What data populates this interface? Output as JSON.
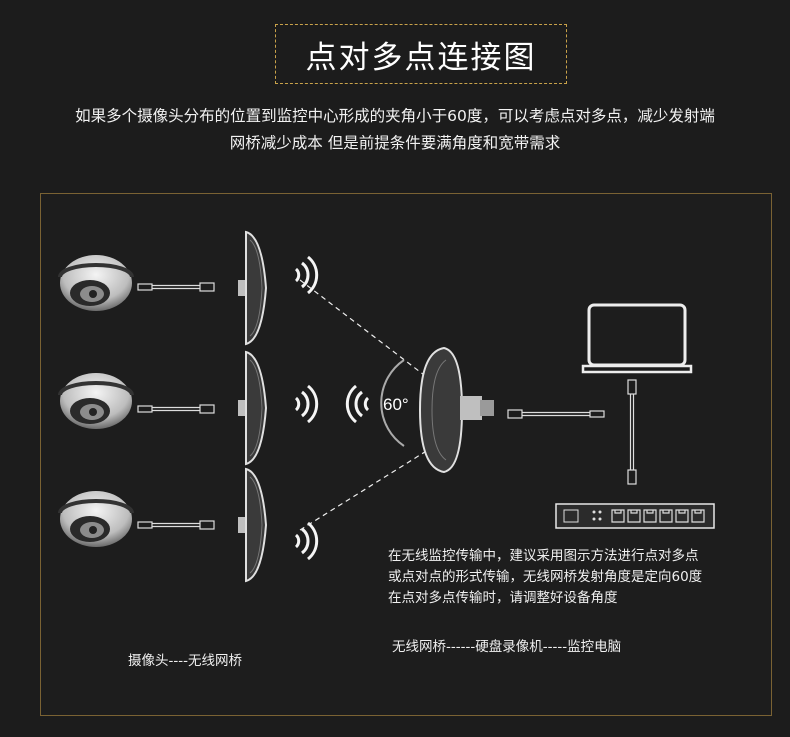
{
  "title": "点对多点连接图",
  "subtitle_line1": "如果多个摄像头分布的位置到监控中心形成的夹角小于60度，可以考虑点对多点，减少发射端",
  "subtitle_line2": "网桥减少成本 但是前提条件要满角度和宽带需求",
  "angle_label": "60°",
  "note_lines": [
    "在无线监控传输中，建议采用图示方法进行点对多点",
    "或点对点的形式传输，无线网桥发射角度是定向60度",
    "在点对多点传输时，请调整好设备角度"
  ],
  "left_caption": "摄像头----无线网桥",
  "right_caption": "无线网桥------硬盘录像机-----监控电脑",
  "colors": {
    "background": "#1c1c1c",
    "frame_border": "#7a6233",
    "title_border": "#c9a24a",
    "device": "#e8e8e8"
  }
}
